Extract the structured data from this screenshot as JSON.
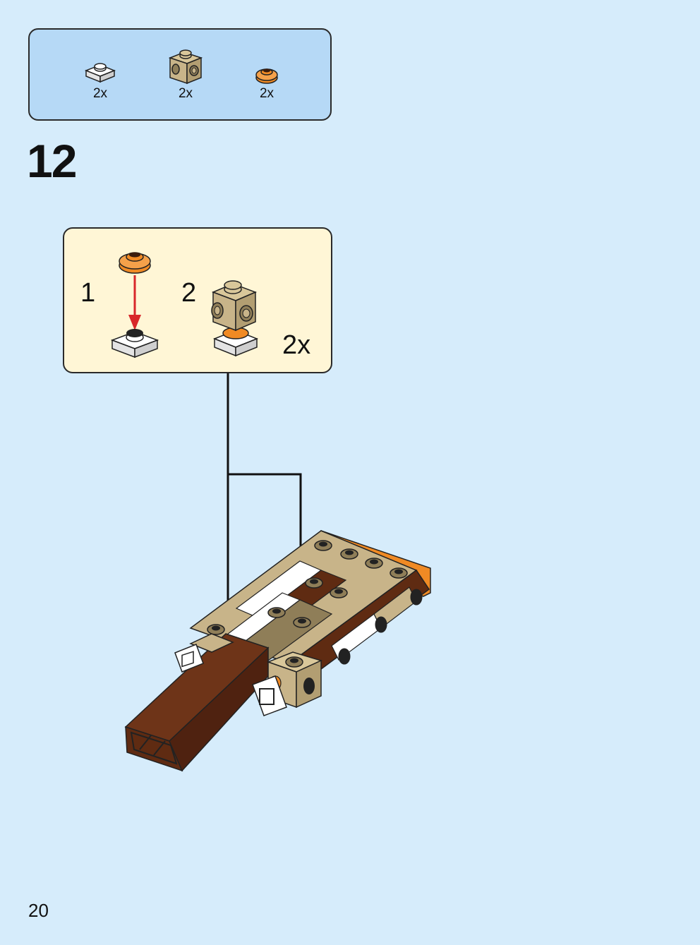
{
  "parts_list": {
    "items": [
      {
        "icon": "white-plate-1x1-icon",
        "qty": "2x"
      },
      {
        "icon": "tan-brick-with-studs-on-sides-icon",
        "qty": "2x"
      },
      {
        "icon": "orange-round-plate-icon",
        "qty": "2x"
      }
    ]
  },
  "step": {
    "number": "12"
  },
  "sub_assembly": {
    "steps": [
      {
        "label": "1"
      },
      {
        "label": "2"
      }
    ],
    "multiplier": "2x"
  },
  "colors": {
    "page_background": "#d6ecfb",
    "parts_box": "#b6d9f6",
    "sub_box": "#fff6d6",
    "brown": "#5f2b12",
    "tan": "#c8b489",
    "orange": "#f08a24",
    "arrow_red": "#d8272a"
  },
  "page": {
    "number": "20"
  }
}
